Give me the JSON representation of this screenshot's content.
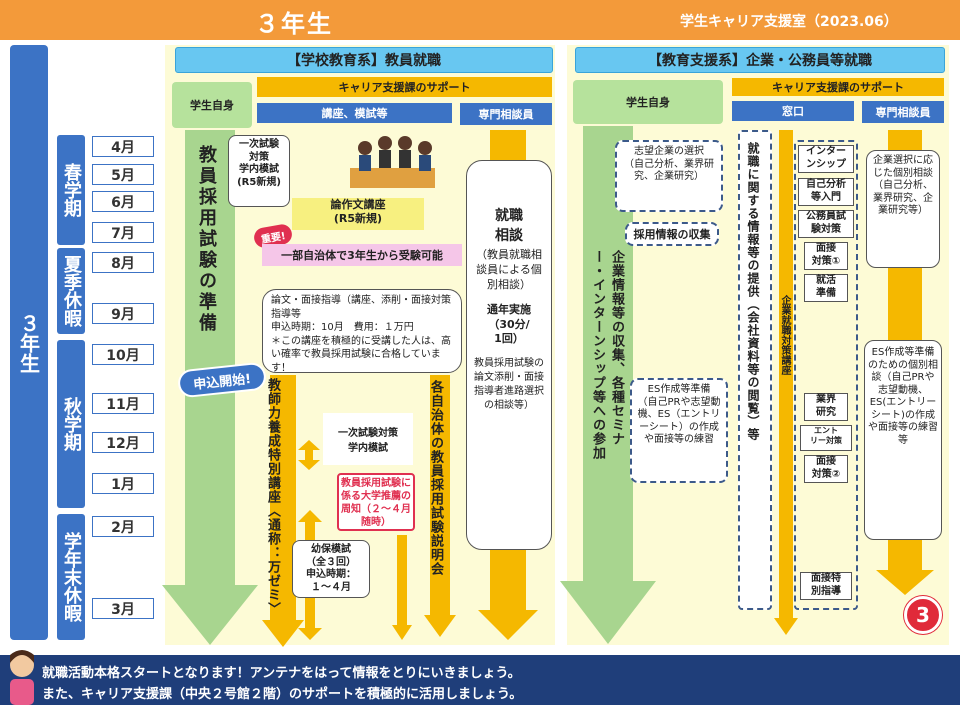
{
  "header": {
    "title": "３年生",
    "sub": "学生キャリア支援室（2023.06）"
  },
  "grade": "３年生",
  "terms": {
    "spring": "春学期",
    "summer": "夏季休暇",
    "autumn": "秋学期",
    "winter": "学年末休暇"
  },
  "months": [
    "4月",
    "5月",
    "6月",
    "7月",
    "8月",
    "9月",
    "10月",
    "11月",
    "12月",
    "1月",
    "2月",
    "3月"
  ],
  "left": {
    "title": "【学校教育系】教員就職",
    "self": "学生自身",
    "support": "キャリア支援課のサポート",
    "lecture": "講座、模試等",
    "counselor": "専門相談員",
    "main_arrow": "教員採用試験の準備",
    "trial1": "一次試験\n対策\n学内模試\n(R5新規)",
    "essay": "論作文講座\n(R5新規)",
    "important": "重要!",
    "notice": "一部自治体で3年生から受験可能",
    "interview_bubble": "論文・面接指導（講座、添削・面接対策指導等\n申込時期：10月　費用：１万円\n＊この講座を積極的に受講した人は、高い確率で教員採用試験に合格しています！",
    "apply_badge": "申込開始!",
    "special_course": "教師力養成特別講座〈通称：万ゼミ〉",
    "trial2": "一次試験対策\n学内模試",
    "recommend": "教員採用試験に係る大学推薦の周知（２〜４月随時）",
    "nursery": "幼保模試\n（全３回）\n申込時期：\n１〜４月",
    "briefing": "各自治体の教員採用試験説明会",
    "consult_title": "就職\n相談",
    "consult_desc": "（教員就職相談員による個別相談）",
    "year_round": "通年実施\n（30分/\n1回）",
    "consult_detail": "教員採用試験の論文添削・面接指導者進路選択の相談等）"
  },
  "right": {
    "title": "【教育支援系】企業・公務員等就職",
    "self": "学生自身",
    "support": "キャリア支援課のサポート",
    "window": "窓口",
    "counselor": "専門相談員",
    "choice": "志望企業の選択\n（自己分析、業界研究、企業研究）",
    "recruit": "採用情報の収集",
    "main_arrow": "企業情報等の収集、各種セミナー・インターンシップ等への参加",
    "es_prep": "ES作成等準備\n（自己PRや志望動機、ES（エントリーシート）の作成や面接等の練習",
    "info_provide": "就職に関する情報等の提供（会社資料等の閲覧）等",
    "intern": "インター\nンシップ",
    "self_analysis": "自己分析\n等入門",
    "civil": "公務員試\n験対策",
    "interview1": "面接\n対策①",
    "job_prep": "就活\n準備",
    "course_label": "企業就職対策講座",
    "industry": "業界\n研究",
    "entry": "エント\nリー対策",
    "interview2": "面接\n対策②",
    "interview_special": "面接特\n別指導",
    "consult1": "企業選択に応じた個別相談（自己分析、業界研究、企業研究等）",
    "consult2": "ES作成等準備のための個別相談（自己PRや志望動機、ES(エントリーシート)の作成や面接等の練習等",
    "page_no": "3"
  },
  "footer": {
    "line1": "就職活動本格スタートとなります！アンテナをはって情報をとりにいきましょう。",
    "line2": "また、キャリア支援課（中央２号館２階）のサポートを積極的に活用しましょう。"
  }
}
